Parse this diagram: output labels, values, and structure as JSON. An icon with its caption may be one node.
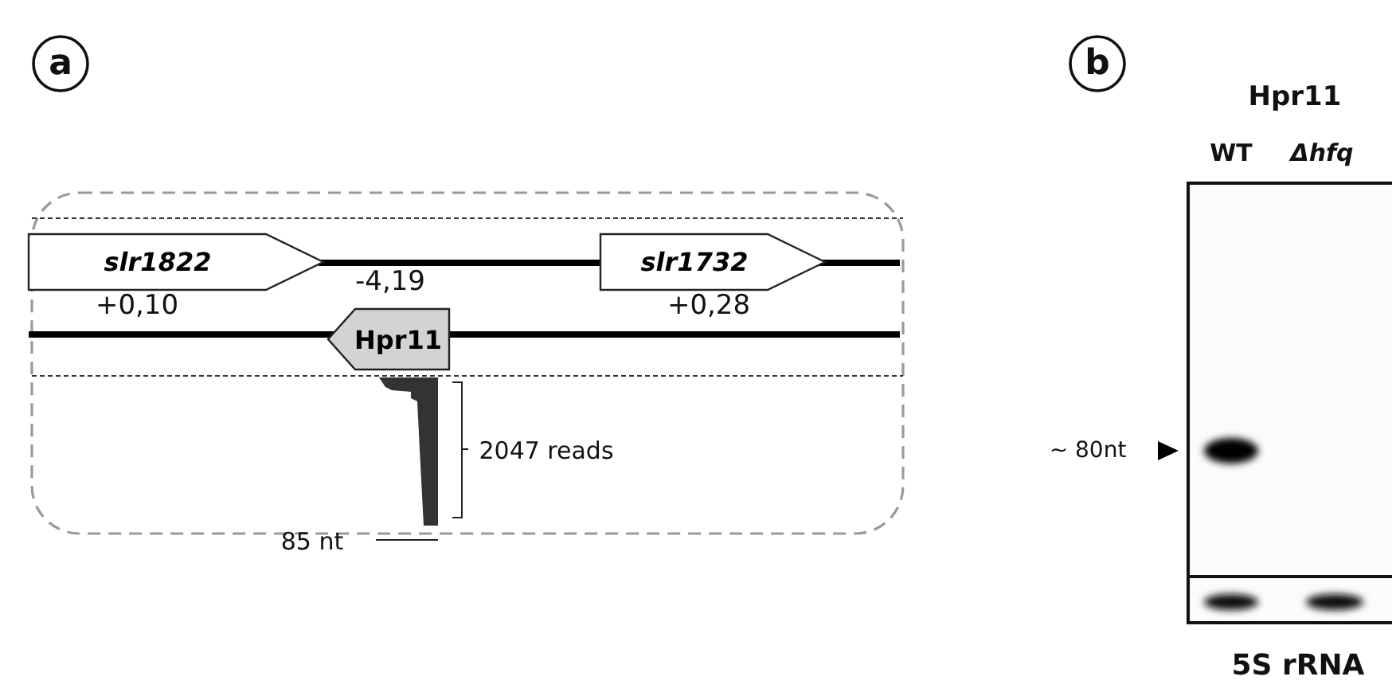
{
  "diagram": {
    "nodes": [
      {
        "text": [
          "slr1822"
        ]
      },
      {
        "text": [
          "slr1732"
        ]
      },
      {
        "text": [
          "Hpr11"
        ]
      }
    ],
    "labels": [
      "a",
      "+0,10",
      "-4,19",
      "+0,28",
      "2047 reads",
      "85 nt",
      "b",
      "Hpr11",
      "WT",
      "Δhfq",
      "~ 80nt",
      "5S rRNA"
    ]
  }
}
